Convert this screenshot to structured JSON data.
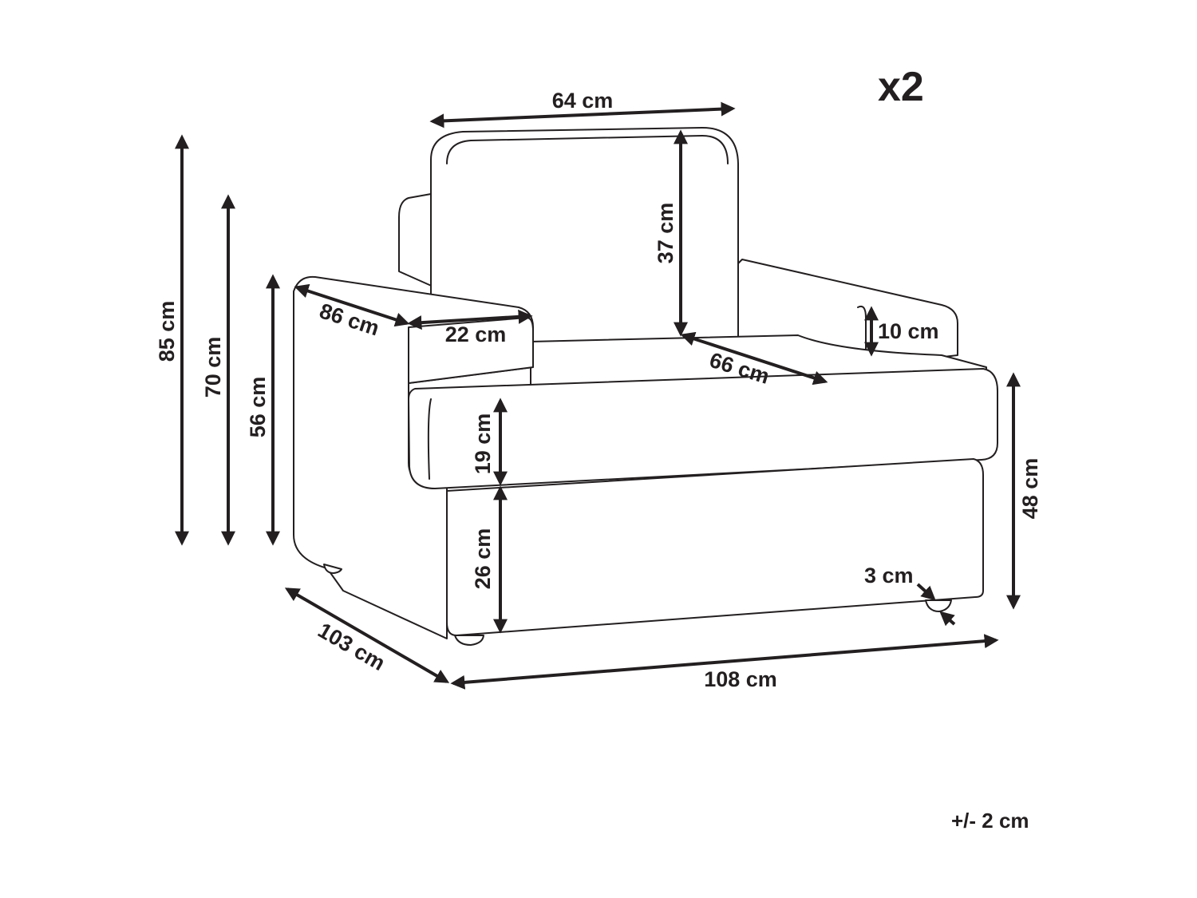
{
  "quantity": "x2",
  "tolerance": "+/- 2 cm",
  "dimensions": {
    "total_height": "85 cm",
    "back_height": "70 cm",
    "arm_height": "56 cm",
    "arm_depth": "86 cm",
    "arm_width": "22 cm",
    "back_width": "64 cm",
    "backrest_height": "37 cm",
    "seat_depth": "66 cm",
    "arm_thickness": "10 cm",
    "cushion_height": "19 cm",
    "base_height": "26 cm",
    "seat_height": "48 cm",
    "leg_height": "3 cm",
    "depth": "103 cm",
    "width": "108 cm"
  },
  "colors": {
    "line": "#231f20",
    "background": "#ffffff"
  }
}
